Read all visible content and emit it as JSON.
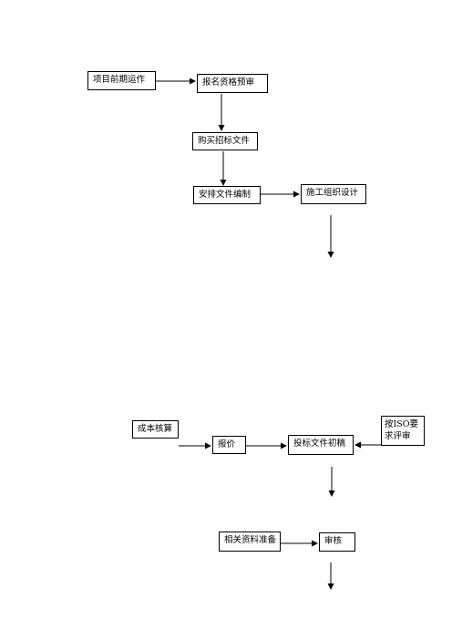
{
  "diagram": {
    "nodes": {
      "project_early_ops": "项目前期运作",
      "registration_prequal": "报名资格预审",
      "buy_tender_docs": "购买招标文件",
      "arrange_doc_prep": "安排文件编制",
      "construction_org_design": "施工组织设计",
      "cost_accounting": "成本核算",
      "quotation": "报价",
      "bid_draft": "投标文件初稿",
      "iso_review": "按ISO要求评审",
      "related_materials": "相关资料准备",
      "review": "审核"
    },
    "edges": [
      [
        "project_early_ops",
        "registration_prequal"
      ],
      [
        "registration_prequal",
        "buy_tender_docs"
      ],
      [
        "buy_tender_docs",
        "arrange_doc_prep"
      ],
      [
        "arrange_doc_prep",
        "construction_org_design"
      ],
      [
        "cost_accounting",
        "quotation"
      ],
      [
        "quotation",
        "bid_draft"
      ],
      [
        "iso_review",
        "bid_draft"
      ],
      [
        "related_materials",
        "review"
      ]
    ]
  }
}
